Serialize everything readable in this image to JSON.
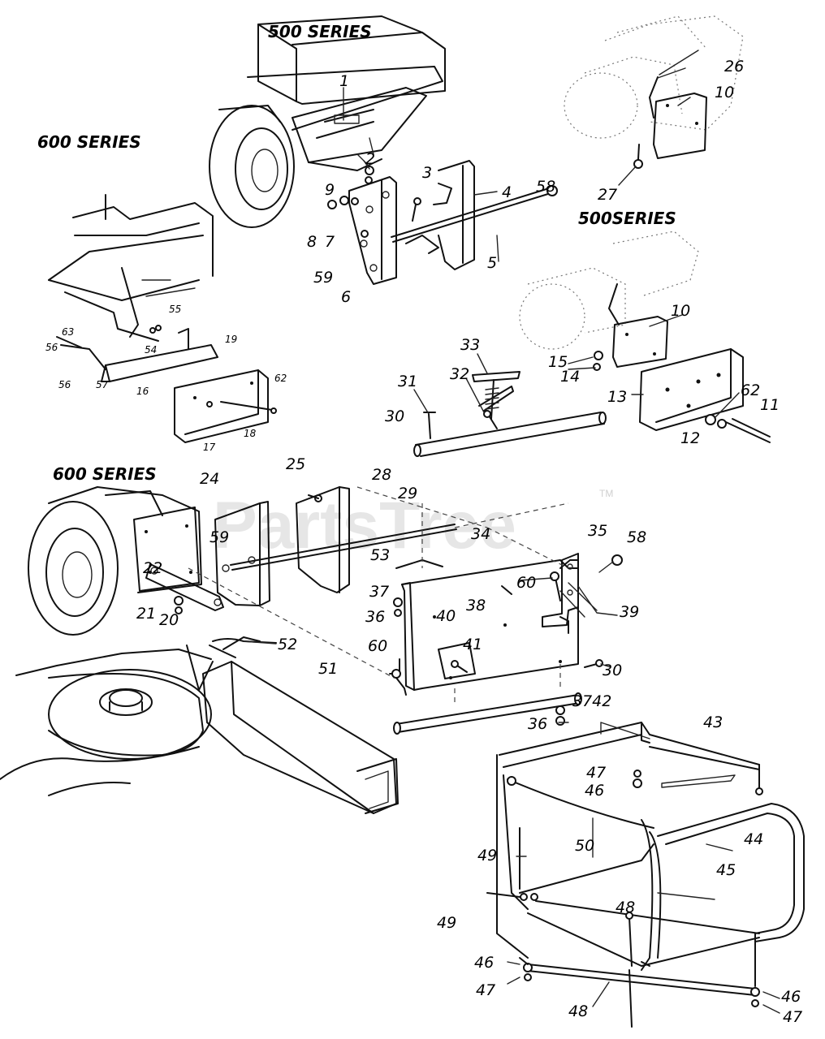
{
  "watermark": {
    "text": "PartsTree",
    "trademark": "TM"
  },
  "series_labels": [
    "500 SERIES",
    "600 SERIES",
    "500SERIES",
    "600 SERIES"
  ],
  "callouts": {
    "c1": "1",
    "c2": "2",
    "c3": "3",
    "c4": "4",
    "c5": "5",
    "c6": "6",
    "c7": "7",
    "c8": "8",
    "c9": "9",
    "c10a": "10",
    "c10b": "10",
    "c11": "11",
    "c12": "12",
    "c13": "13",
    "c14": "14",
    "c15": "15",
    "c16": "16",
    "c17": "17",
    "c18": "18",
    "c19": "19",
    "c20": "20",
    "c21": "21",
    "c22": "22",
    "c24": "24",
    "c25": "25",
    "c26": "26",
    "c27": "27",
    "c28": "28",
    "c29": "29",
    "c30a": "30",
    "c30b": "30",
    "c31": "31",
    "c32": "32",
    "c33": "33",
    "c34": "34",
    "c35": "35",
    "c36a": "36",
    "c36b": "36",
    "c37": "37",
    "c3742": "3742",
    "c38": "38",
    "c39": "39",
    "c40": "40",
    "c41": "41",
    "c43": "43",
    "c44": "44",
    "c45": "45",
    "c46a": "46",
    "c46b": "46",
    "c46c": "46",
    "c47a": "47",
    "c47b": "47",
    "c47c": "47",
    "c48a": "48",
    "c48b": "48",
    "c49a": "49",
    "c49b": "49",
    "c50": "50",
    "c51": "51",
    "c52": "52",
    "c53": "53",
    "c54": "54",
    "c55": "55",
    "c56a": "56",
    "c56b": "56",
    "c57": "57",
    "c58a": "58",
    "c58b": "58",
    "c59a": "59",
    "c59b": "59",
    "c60a": "60",
    "c60b": "60",
    "c62a": "62",
    "c62b": "62",
    "c63": "63"
  }
}
